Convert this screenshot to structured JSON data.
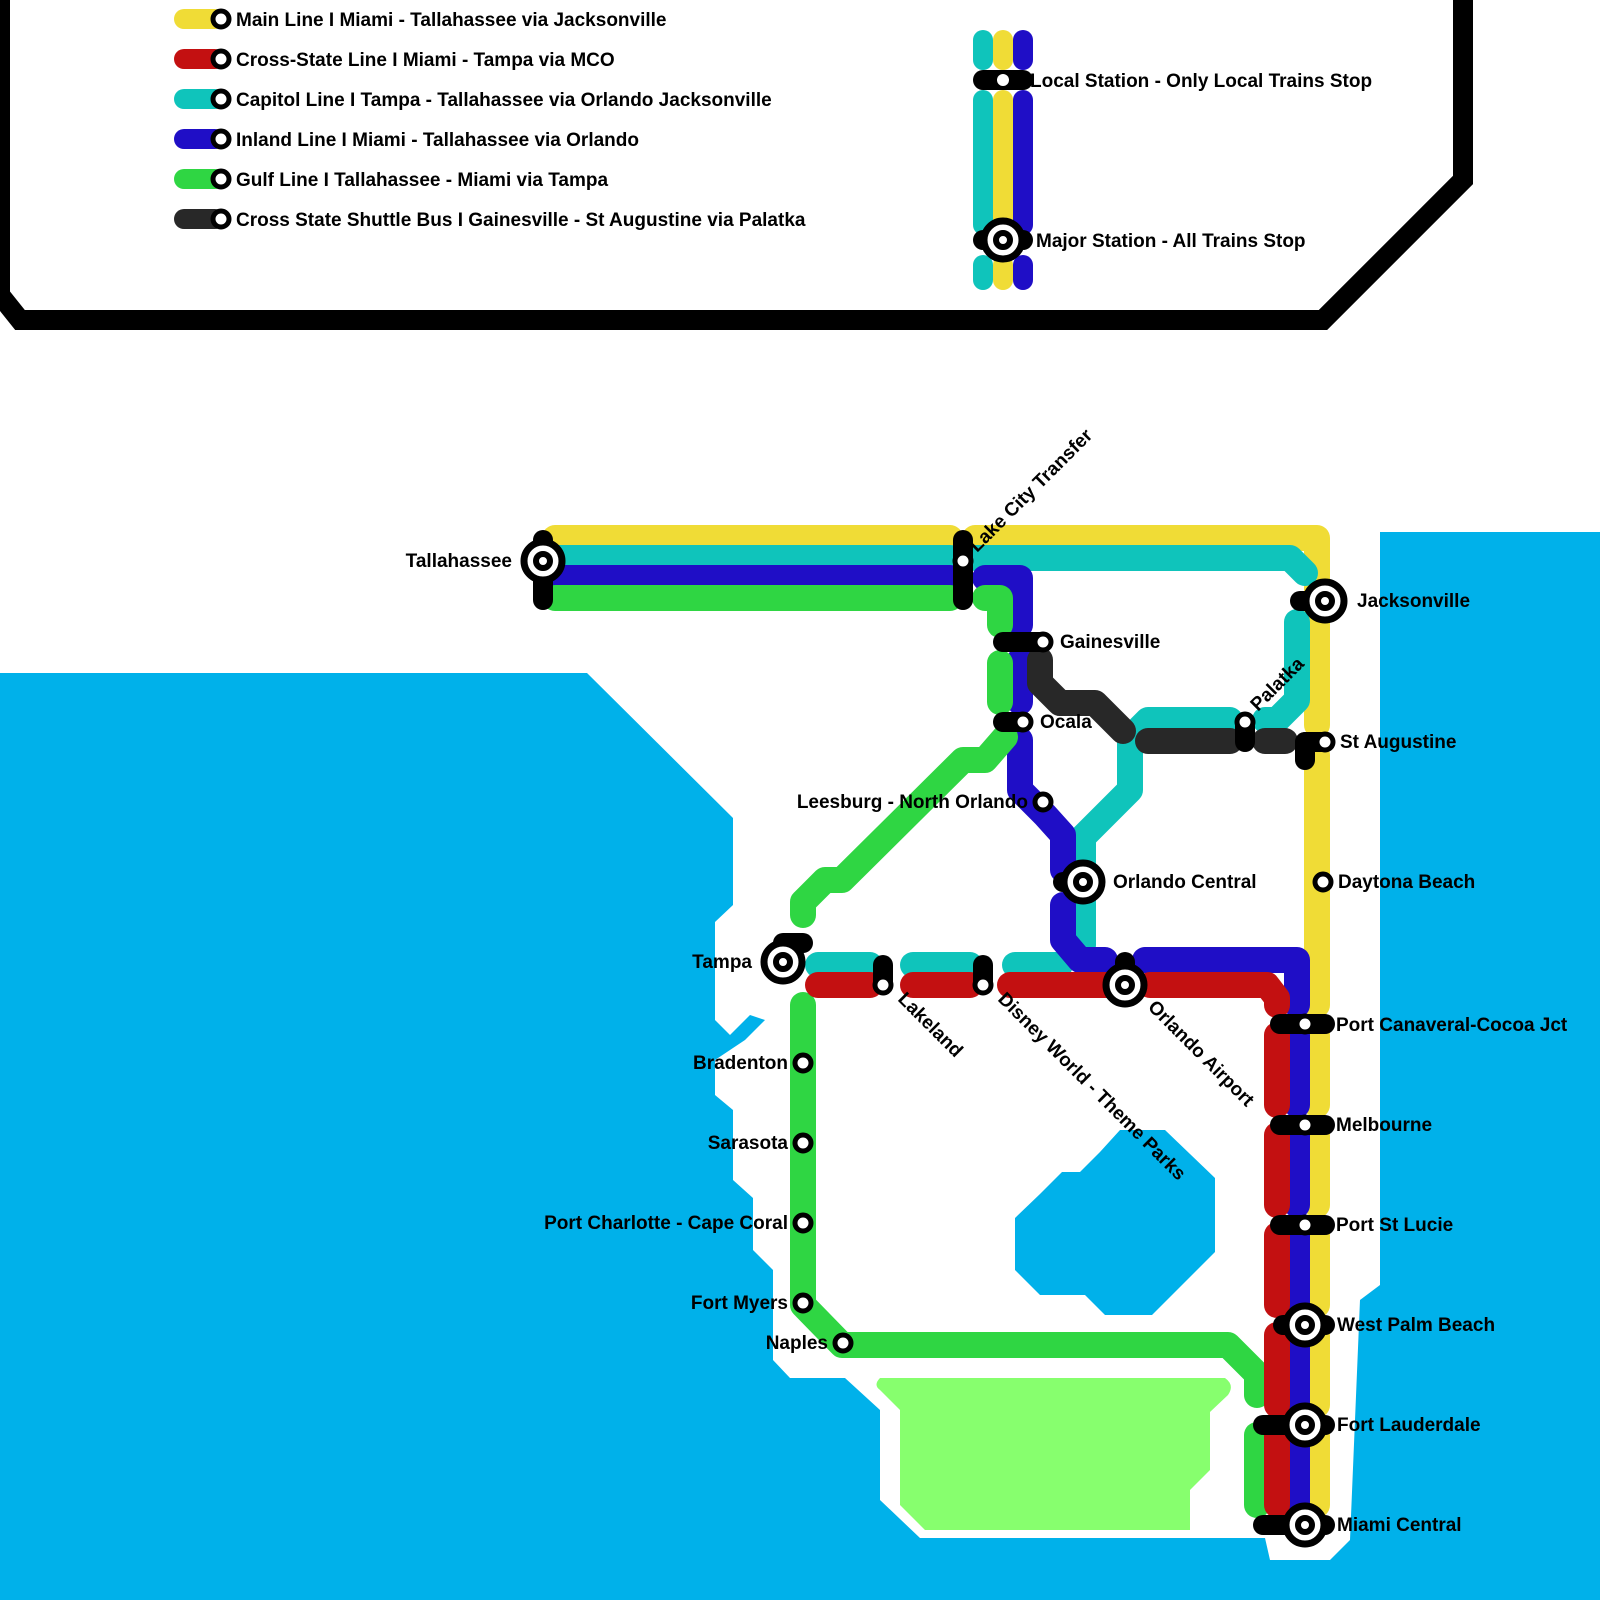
{
  "colors": {
    "main": "#f0dc36",
    "cross_state": "#c31011",
    "capitol": "#0fc4bb",
    "inland": "#1f0ec6",
    "gulf": "#2fd643",
    "shuttle": "#282828",
    "water": "#00b1ea",
    "park": "#87ff6e",
    "station": "#000000"
  },
  "legend": {
    "lines": [
      {
        "key": "main",
        "label": "Main Line I Miami - Tallahassee via Jacksonville"
      },
      {
        "key": "cross_state",
        "label": "Cross-State Line I Miami - Tampa via MCO"
      },
      {
        "key": "capitol",
        "label": "Capitol Line I Tampa - Tallahassee via Orlando Jacksonville"
      },
      {
        "key": "inland",
        "label": "Inland Line I Miami - Tallahassee via Orlando"
      },
      {
        "key": "gulf",
        "label": "Gulf Line I Tallahassee - Miami via Tampa"
      },
      {
        "key": "shuttle",
        "label": "Cross State Shuttle Bus I Gainesville - St Augustine via Palatka"
      }
    ],
    "station_types": [
      {
        "type": "local",
        "label": "Local Station - Only Local Trains Stop"
      },
      {
        "type": "major",
        "label": "Major Station - All Trains Stop"
      }
    ]
  },
  "stations": [
    {
      "id": "tallahassee",
      "name": "Tallahassee",
      "type": "major"
    },
    {
      "id": "lake-city",
      "name": "Lake City Transfer",
      "type": "local"
    },
    {
      "id": "jacksonville",
      "name": "Jacksonville",
      "type": "major"
    },
    {
      "id": "gainesville",
      "name": "Gainesville",
      "type": "local"
    },
    {
      "id": "ocala",
      "name": "Ocala",
      "type": "local"
    },
    {
      "id": "palatka",
      "name": "Palatka",
      "type": "local"
    },
    {
      "id": "st-augustine",
      "name": "St Augustine",
      "type": "local"
    },
    {
      "id": "leesburg",
      "name": "Leesburg - North Orlando",
      "type": "local"
    },
    {
      "id": "orlando-central",
      "name": "Orlando Central",
      "type": "major"
    },
    {
      "id": "daytona",
      "name": "Daytona Beach",
      "type": "local"
    },
    {
      "id": "tampa",
      "name": "Tampa",
      "type": "major"
    },
    {
      "id": "lakeland",
      "name": "Lakeland",
      "type": "local"
    },
    {
      "id": "disney",
      "name": "Disney World - Theme Parks",
      "type": "local"
    },
    {
      "id": "orlando-airport",
      "name": "Orlando Airport",
      "type": "major"
    },
    {
      "id": "port-canaveral",
      "name": "Port Canaveral-Cocoa Jct",
      "type": "local"
    },
    {
      "id": "melbourne",
      "name": "Melbourne",
      "type": "local"
    },
    {
      "id": "port-st-lucie",
      "name": "Port St Lucie",
      "type": "local"
    },
    {
      "id": "west-palm",
      "name": "West Palm Beach",
      "type": "major"
    },
    {
      "id": "fort-lauderdale",
      "name": "Fort Lauderdale",
      "type": "major"
    },
    {
      "id": "miami-central",
      "name": "Miami Central",
      "type": "major"
    },
    {
      "id": "bradenton",
      "name": "Bradenton",
      "type": "local"
    },
    {
      "id": "sarasota",
      "name": "Sarasota",
      "type": "local"
    },
    {
      "id": "port-charlotte",
      "name": "Port Charlotte - Cape Coral",
      "type": "local"
    },
    {
      "id": "fort-myers",
      "name": "Fort Myers",
      "type": "local"
    },
    {
      "id": "naples",
      "name": "Naples",
      "type": "local"
    }
  ]
}
